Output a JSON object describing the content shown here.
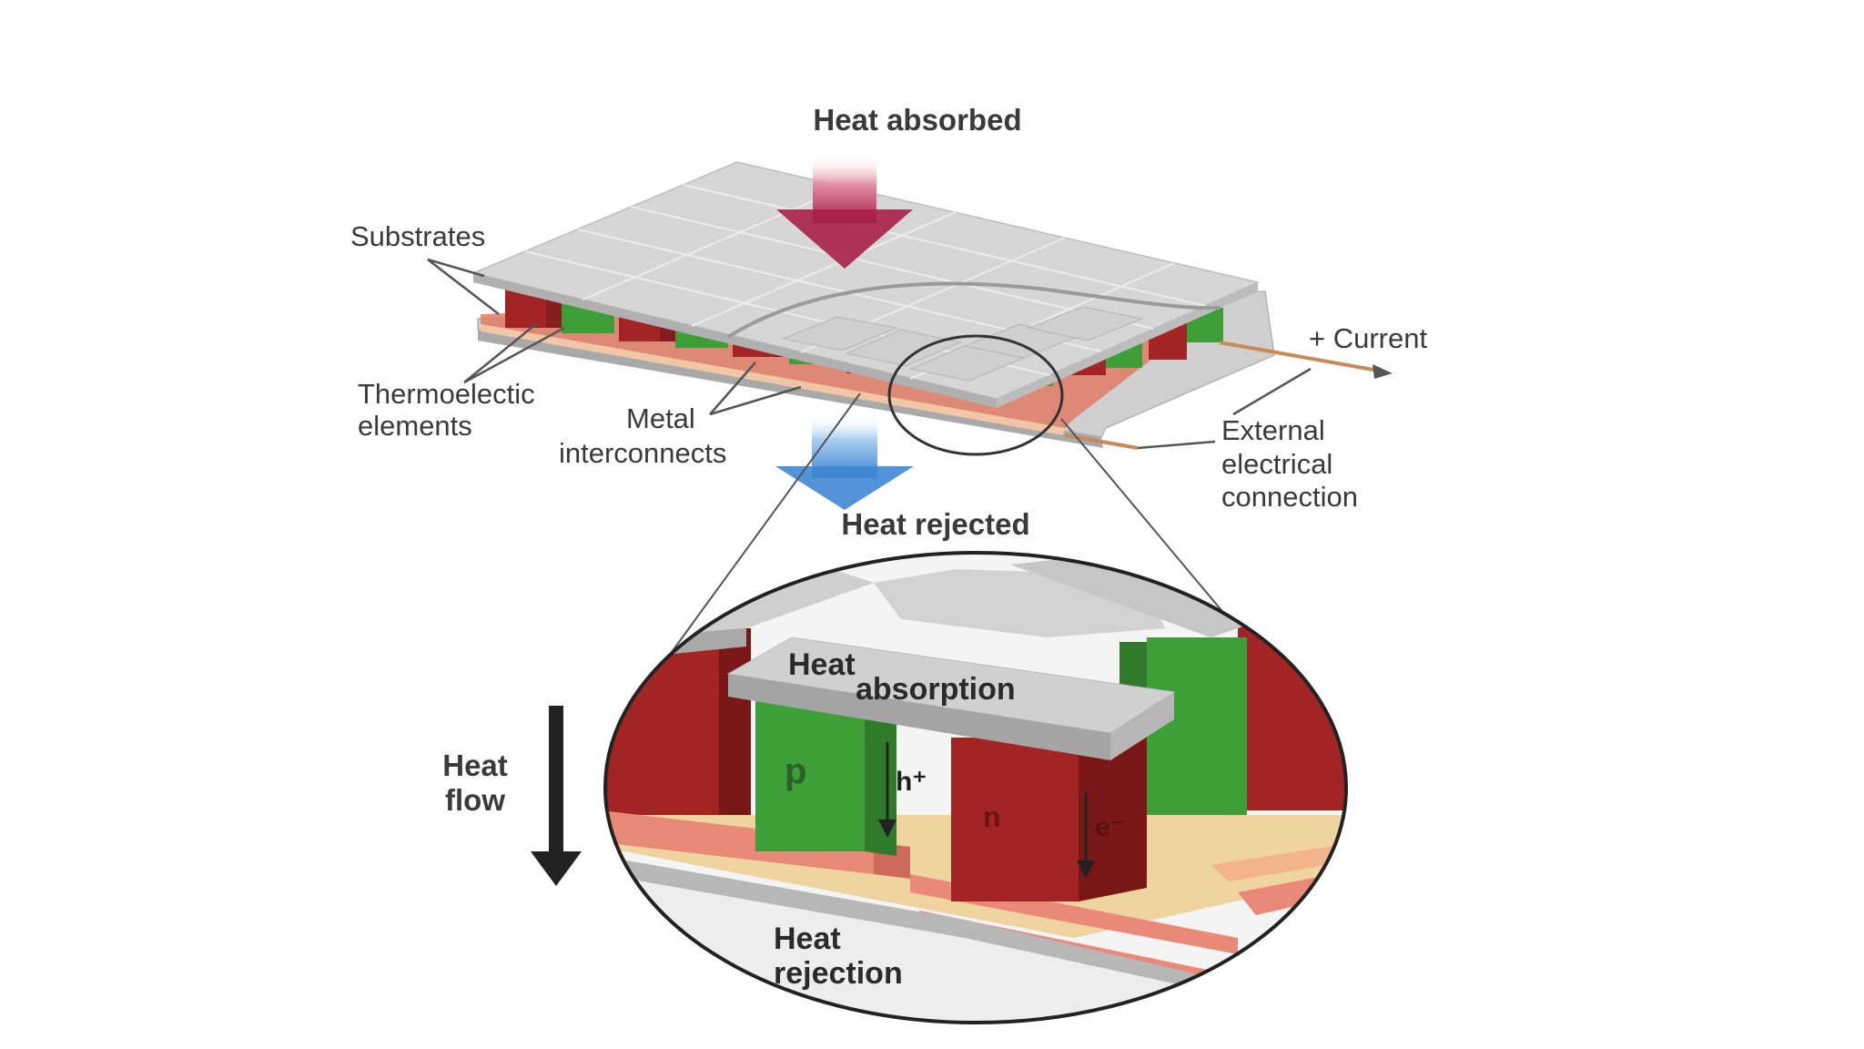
{
  "labels": {
    "heat_absorbed": "Heat absorbed",
    "substrates": "Substrates",
    "current": "+ Current",
    "thermoelectric_1": "Thermoelectic",
    "thermoelectric_2": "elements",
    "metal_1": "Metal",
    "metal_2": "interconnects",
    "external_1": "External",
    "external_2": "electrical",
    "external_3": "connection",
    "heat_rejected": "Heat rejected",
    "heat_flow_1": "Heat",
    "heat_flow_2": "flow",
    "absorption_1": "Heat",
    "absorption_2": "absorption",
    "rejection_1": "Heat",
    "rejection_2": "rejection",
    "p_type": "p",
    "n_type": "n",
    "hole": "h⁺",
    "electron": "e⁻"
  },
  "colors": {
    "p_type": "#3e9e38",
    "n_type": "#a32424",
    "substrate": "#d4d4d4",
    "interconnect": "#e07b66",
    "heat_in": "#a8204a",
    "heat_out": "#4a90d9"
  }
}
